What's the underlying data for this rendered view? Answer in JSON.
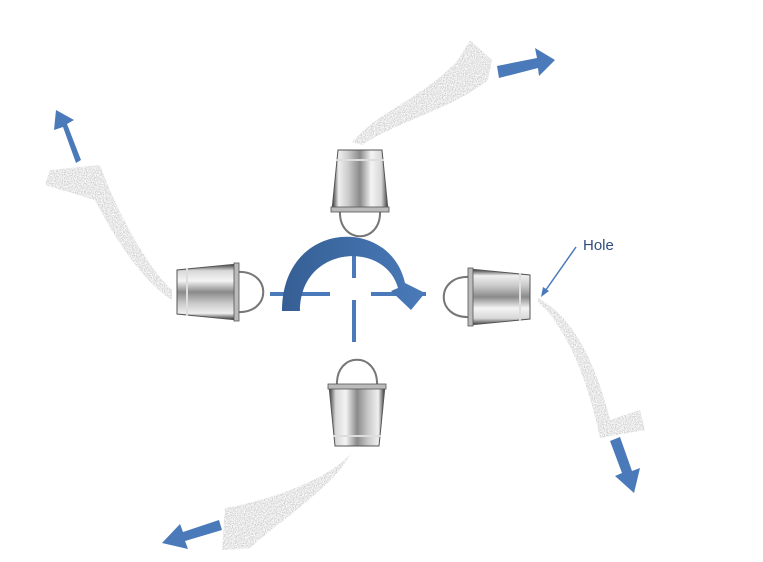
{
  "diagram": {
    "annotation": "Hole",
    "colors": {
      "arrow": "#4a7ab9",
      "arrow_dark": "#355f94",
      "water": "#9a9a9a",
      "metal": "#a9a9a9"
    },
    "buckets": [
      "top-inverted",
      "left-sideways",
      "right-sideways",
      "bottom-upright"
    ],
    "rotation": "clockwise"
  }
}
